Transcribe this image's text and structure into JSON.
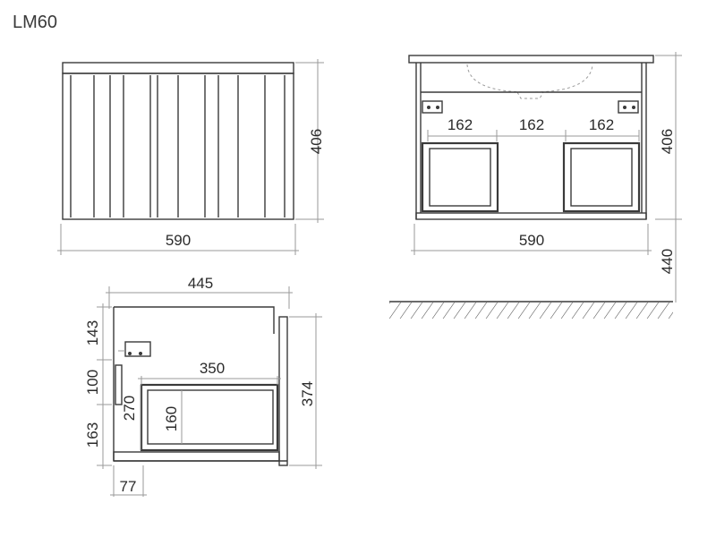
{
  "model": "LM60",
  "front_view": {
    "width": "590",
    "height": "406"
  },
  "rear_view": {
    "width": "590",
    "height": "406",
    "mount_height": "440",
    "spacing": [
      "162",
      "162",
      "162"
    ]
  },
  "side_view": {
    "depth": "445",
    "inner_depth": "350",
    "height": "374",
    "segments": [
      "143",
      "100",
      "163"
    ],
    "drawer_inner_height": "270",
    "drawer_height": "160",
    "offset": "77"
  },
  "colors": {
    "line": "#3a3a3a",
    "dimension": "#9a9a9a"
  }
}
